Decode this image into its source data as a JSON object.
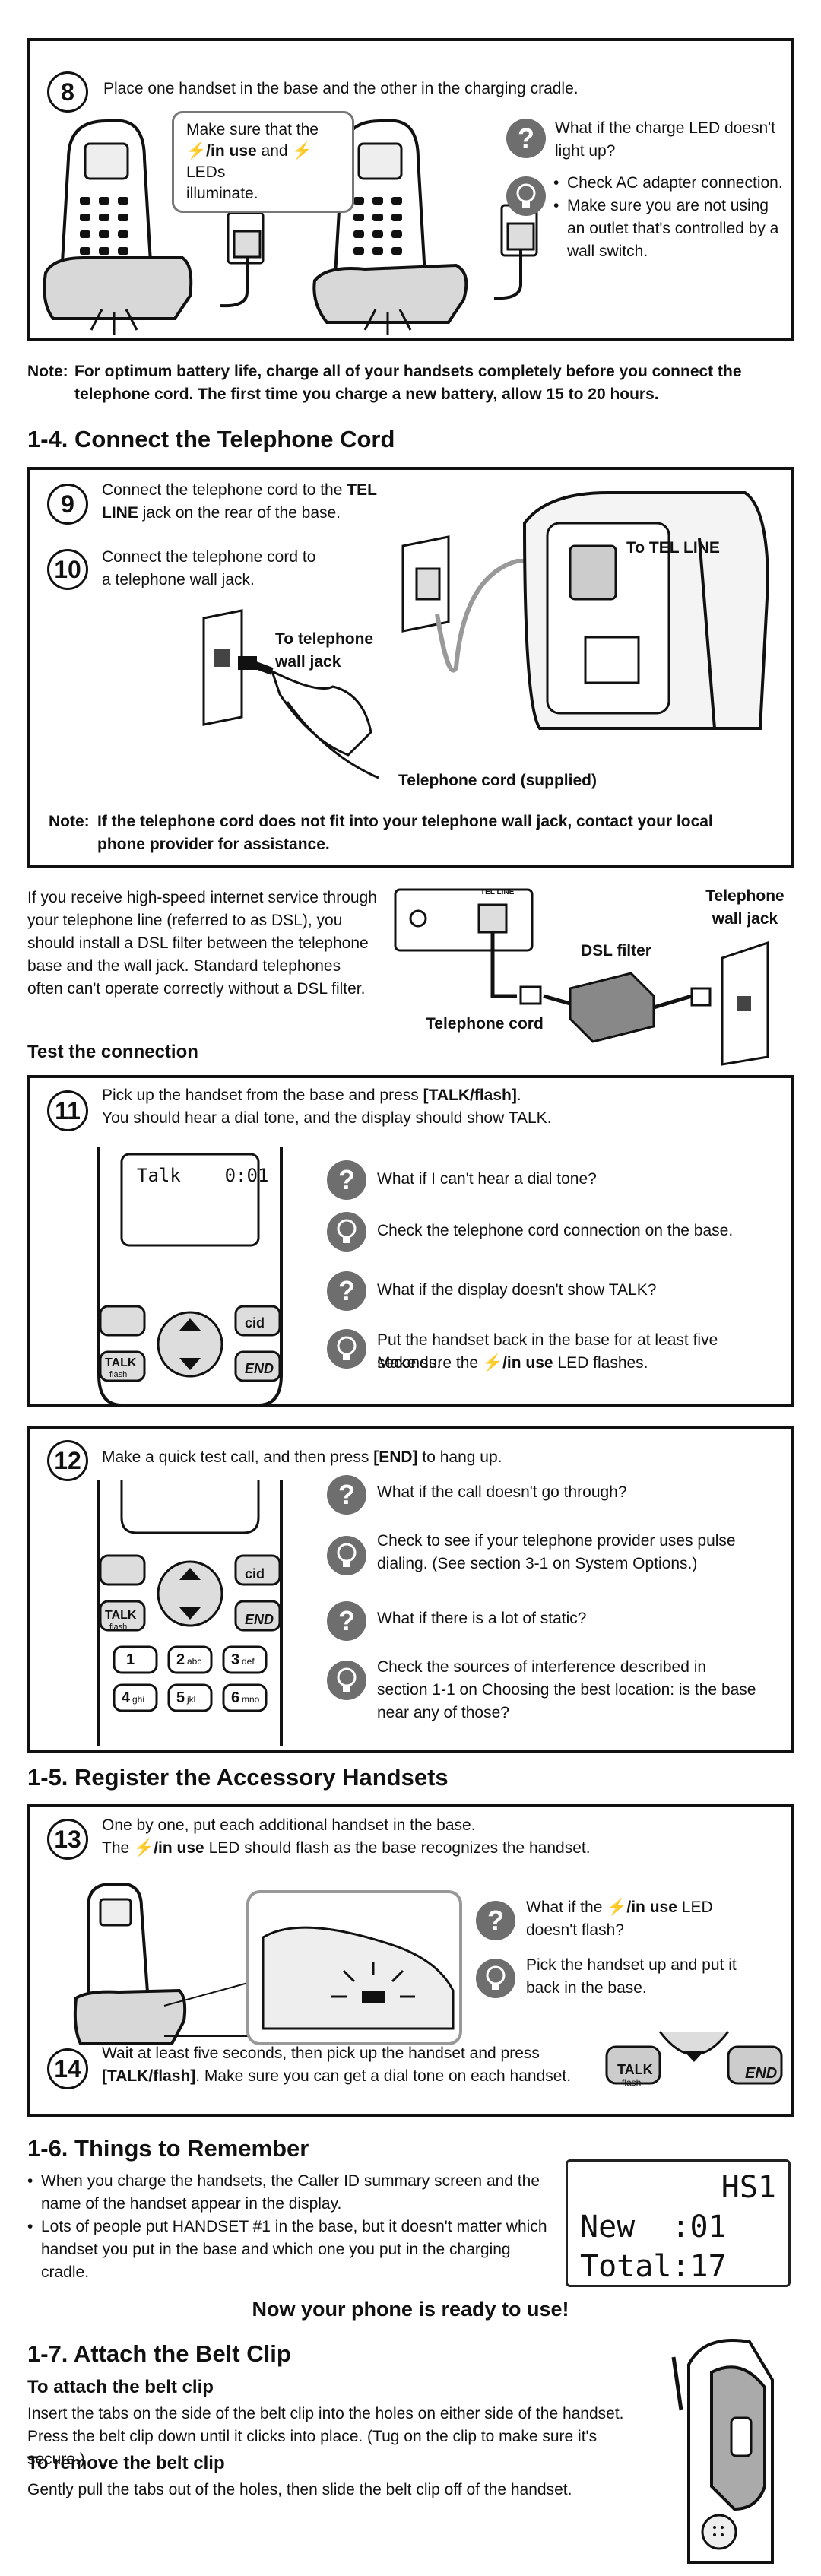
{
  "step8": {
    "num": "8",
    "text": "Place one handset in the base and the other in the charging cradle.",
    "callout_line1": "Make sure that the",
    "callout_line2": "/in use and  LEDs",
    "callout_line3": "illuminate.",
    "q": "What if the charge LED doesn't light up?",
    "tips": [
      "Check AC adapter connection.",
      "Make sure you are not using an outlet that's controlled by a wall switch."
    ]
  },
  "note1": {
    "label": "Note:",
    "text": "For optimum battery life, charge all of your handsets completely before you connect the telephone cord. The first time you charge a new battery, allow 15 to 20 hours."
  },
  "sec14": {
    "title": "1-4. Connect the Telephone Cord",
    "step9_num": "9",
    "step9_pre": "Connect the telephone cord to the",
    "step9_bold": "TEL LINE",
    "step9_post": "jack on the rear of the base.",
    "step10_num": "10",
    "step10": "Connect the telephone cord to a telephone wall jack.",
    "label_wall": "To telephone wall jack",
    "label_telline": "To TEL LINE",
    "label_cord": "Telephone cord (supplied)",
    "note_label": "Note:",
    "note_text": "If the telephone cord does not fit into your telephone wall jack, contact your local phone provider for assistance."
  },
  "dsl": {
    "text": "If you receive high-speed internet service through your telephone line (referred to as DSL), you should install a DSL filter between the telephone base and the wall jack. Standard telephones often can't operate correctly without a DSL filter.",
    "label_jack": "Telephone wall jack",
    "label_filter": "DSL filter",
    "label_cord": "Telephone cord",
    "label_telline": "TEL LINE"
  },
  "test": {
    "title": "Test the connection",
    "step11_num": "11",
    "step11_pre": "Pick up the handset from the base and press",
    "step11_key": "[TALK/flash]",
    "step11_line2": "You should hear a dial tone, and the display should show TALK.",
    "lcd_text": "Talk    0:01",
    "q1": "What if I can't hear a dial tone?",
    "a1": "Check the telephone cord connection on the base.",
    "q2": "What if the display doesn't show TALK?",
    "a2_line1": "Put the handset back in the base for at least five seconds.",
    "a2_pre": "Make sure the",
    "a2_bold": "/in use",
    "a2_post": "LED flashes.",
    "step12_num": "12",
    "step12_pre": "Make a quick test call, and then press",
    "step12_key": "[END]",
    "step12_post": "to hang up.",
    "q3": "What if the call doesn't go through?",
    "a3": "Check to see if your telephone provider uses pulse dialing. (See section 3-1 on System Options.)",
    "q4": "What if there is a lot of static?",
    "a4": "Check the sources of interference described in section 1-1 on Choosing the best location: is the base near any of those?"
  },
  "keys": {
    "cid": "cid",
    "talk": "TALK",
    "flash": "flash",
    "end": "END",
    "k1": "1",
    "k2": "2",
    "k2s": "abc",
    "k3": "3",
    "k3s": "def",
    "k4": "4",
    "k4s": "ghi",
    "k5": "5",
    "k5s": "jkl",
    "k6": "6",
    "k6s": "mno"
  },
  "sec15": {
    "title": "1-5. Register the Accessory  Handsets",
    "step13_num": "13",
    "step13_line1": "One by one, put each additional handset in the base.",
    "step13_pre": "The",
    "step13_bold": "/in use",
    "step13_post": "LED should flash as the base recognizes the handset.",
    "q_pre": "What if the",
    "q_bold": "/in use",
    "q_post": "LED doesn't flash?",
    "a": "Pick the handset up and put it back in the base.",
    "step14_num": "14",
    "step14_line1": "Wait at least five seconds, then pick up the handset and press",
    "step14_key": "[TALK/flash]",
    "step14_post": ". Make sure you can get a dial tone on each handset."
  },
  "sec16": {
    "title": "1-6. Things to Remember",
    "bullets": [
      "When you charge the handsets, the Caller ID summary screen and the name of the handset appear in the display.",
      "Lots of people put HANDSET #1 in the base, but it doesn't matter which handset you put in the base and which one you put in the charging cradle."
    ],
    "lcd_line1": "HS1",
    "lcd_line2": "New  :01",
    "lcd_line3": "Total:17",
    "ready": "Now your phone is ready to use!"
  },
  "sec17": {
    "title": "1-7. Attach the Belt Clip",
    "attach_title": "To attach the belt clip",
    "attach_text": "Insert the tabs on the side of the belt clip into the holes on either side of the handset. Press the belt clip down until it clicks into place. (Tug on the clip to make sure it's secure.)",
    "remove_title": "To remove the belt clip",
    "remove_text": "Gently pull the tabs out of the holes, then slide the belt clip off of the handset."
  }
}
